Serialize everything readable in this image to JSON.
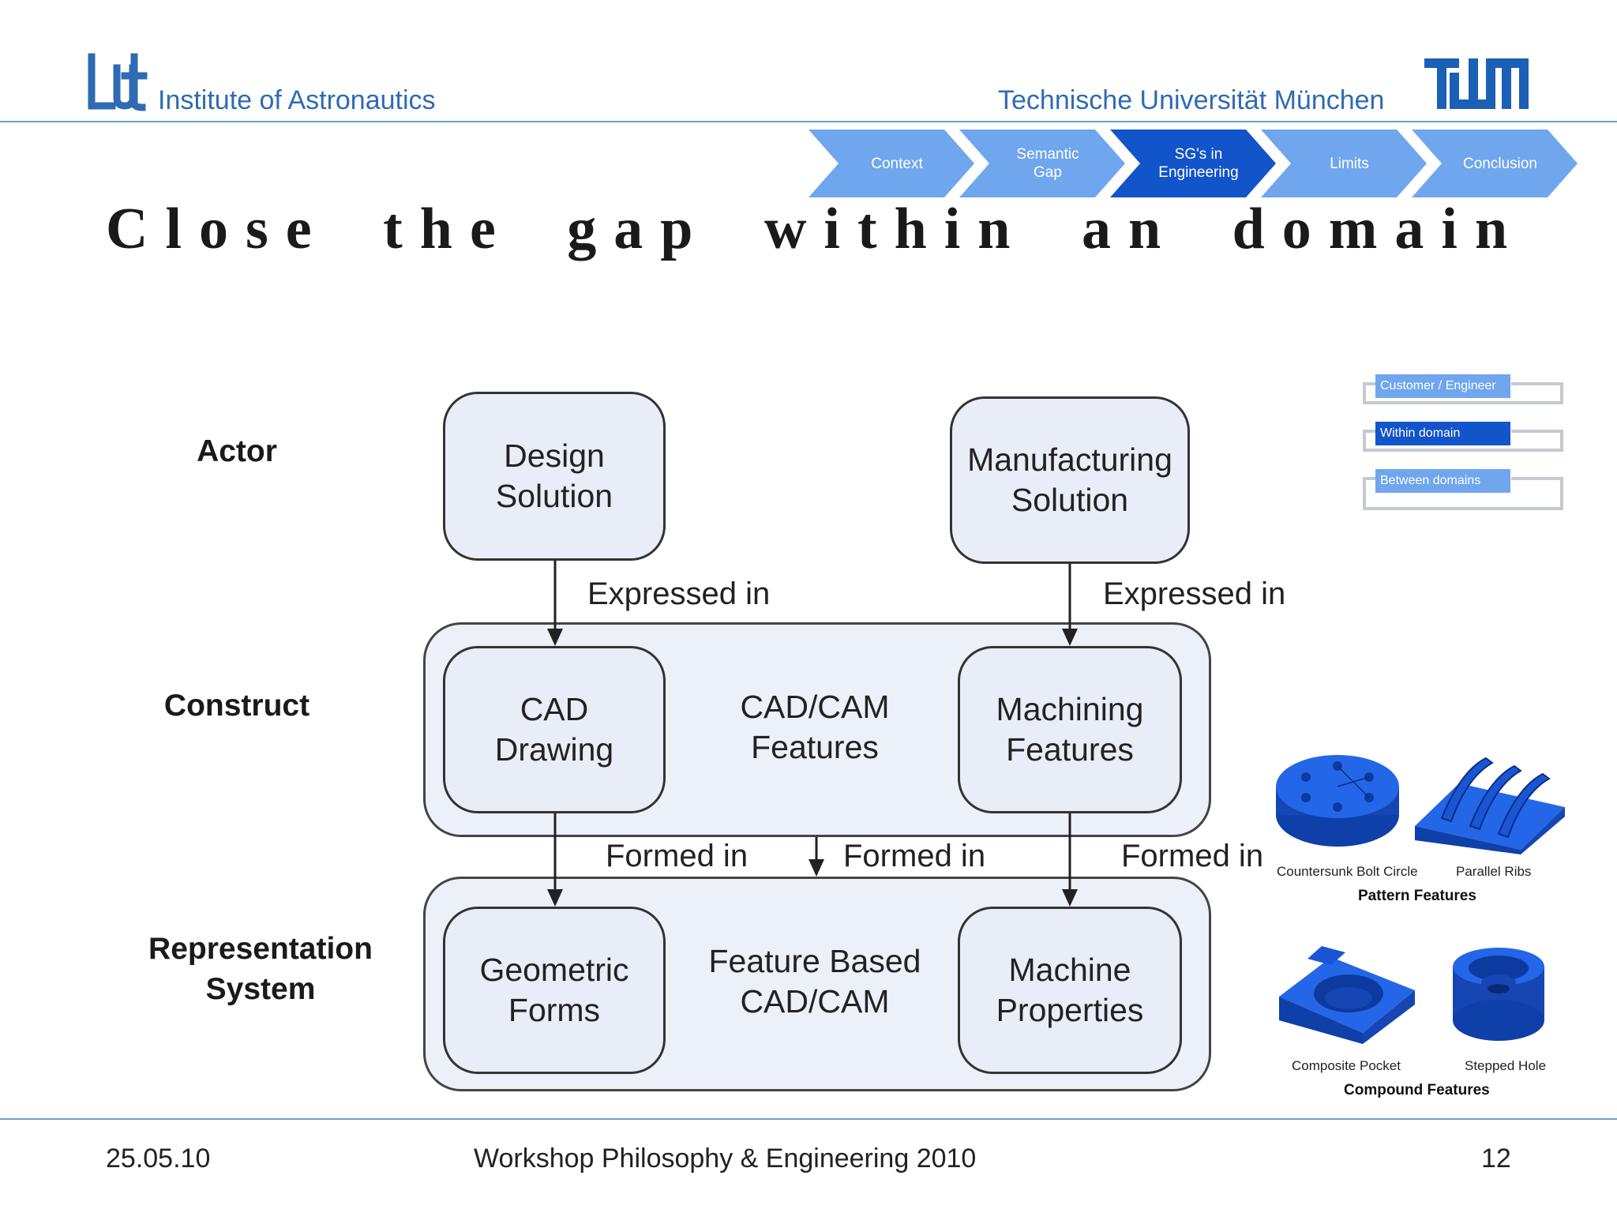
{
  "header": {
    "institute": "Institute of Astronautics",
    "university": "Technische Universität München",
    "lrt_logo": "lrt",
    "tum_logo": "TUM"
  },
  "nav": {
    "items": [
      {
        "label": "Context",
        "active": false
      },
      {
        "label": "Semantic\nGap",
        "active": false
      },
      {
        "label": "SG's in\nEngineering",
        "active": true
      },
      {
        "label": "Limits",
        "active": false
      },
      {
        "label": "Conclusion",
        "active": false
      }
    ],
    "colors": {
      "inactive": "#6fa6ee",
      "active": "#1254c9"
    }
  },
  "title": "Close the gap within an domain",
  "diagram": {
    "rows": {
      "actor": "Actor",
      "construct": "Construct",
      "representation": "Representation\nSystem"
    },
    "nodes": {
      "design_solution": "Design\nSolution",
      "manufacturing_solution": "Manufacturing\nSolution",
      "cad_drawing": "CAD\nDrawing",
      "cadcam_features": "CAD/CAM\nFeatures",
      "machining_features": "Machining\nFeatures",
      "geometric_forms": "Geometric\nForms",
      "feature_based": "Feature Based\nCAD/CAM",
      "machine_properties": "Machine\nProperties"
    },
    "edges": {
      "expressed_left": "Expressed in",
      "expressed_right": "Expressed in",
      "formed_left": "Formed in",
      "formed_middle": "Formed in",
      "formed_right": "Formed in"
    }
  },
  "legend": {
    "items": [
      {
        "label": "Customer / Engineer",
        "active": false
      },
      {
        "label": "Within domain",
        "active": true
      },
      {
        "label": "Between domains",
        "active": false
      }
    ]
  },
  "features": {
    "captions": {
      "bolt_circle": "Countersunk Bolt Circle",
      "parallel_ribs": "Parallel Ribs",
      "composite_pocket": "Composite Pocket",
      "stepped_hole": "Stepped Hole"
    },
    "pattern_heading": "Pattern Features",
    "compound_heading": "Compound Features",
    "color": "#1f5fe0"
  },
  "footer": {
    "date": "25.05.10",
    "event": "Workshop Philosophy & Engineering 2010",
    "page": "12"
  }
}
